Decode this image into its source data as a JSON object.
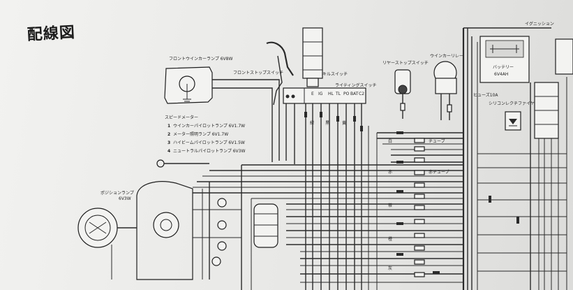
{
  "title": "配線図",
  "labels": {
    "front_winker_lamp": "フロントウインカーランプ 6V8W",
    "front_stop_switch": "フロントストップスイッチ",
    "kill_switch": "キルスイッチ",
    "lighting_switch": "ライティングスイッチ",
    "rear_stop_switch": "リヤーストップスイッチ",
    "winker_relay": "ウインカーリレー",
    "battery": "バッテリー",
    "battery_rating": "6V4AH",
    "ignition": "イグニッション",
    "fuse": "ヒューズ10A",
    "rectifier": "シリコンレクチファイヤー",
    "speedometer": "スピードメーター",
    "position_lamp": "ポジションランプ",
    "position_rating": "6V3W",
    "tube_1": "チューブ",
    "tube_2": "赤チューブ",
    "terminals": [
      "E",
      "IG",
      "HL",
      "TL",
      "PO",
      "BAT",
      "C2"
    ]
  },
  "speedometer_legend": [
    {
      "num": "1",
      "text": "ウインカーパイロットランプ 6V1.7W"
    },
    {
      "num": "2",
      "text": "メーター照明ランプ 6V1.7W"
    },
    {
      "num": "3",
      "text": "ハイビームパイロットランプ 6V1.5W"
    },
    {
      "num": "4",
      "text": "ニュートラルパイロットランプ 6V3W"
    }
  ],
  "wire_colors": [
    "緑",
    "黒",
    "黄",
    "白",
    "赤",
    "茶",
    "橙",
    "灰"
  ]
}
